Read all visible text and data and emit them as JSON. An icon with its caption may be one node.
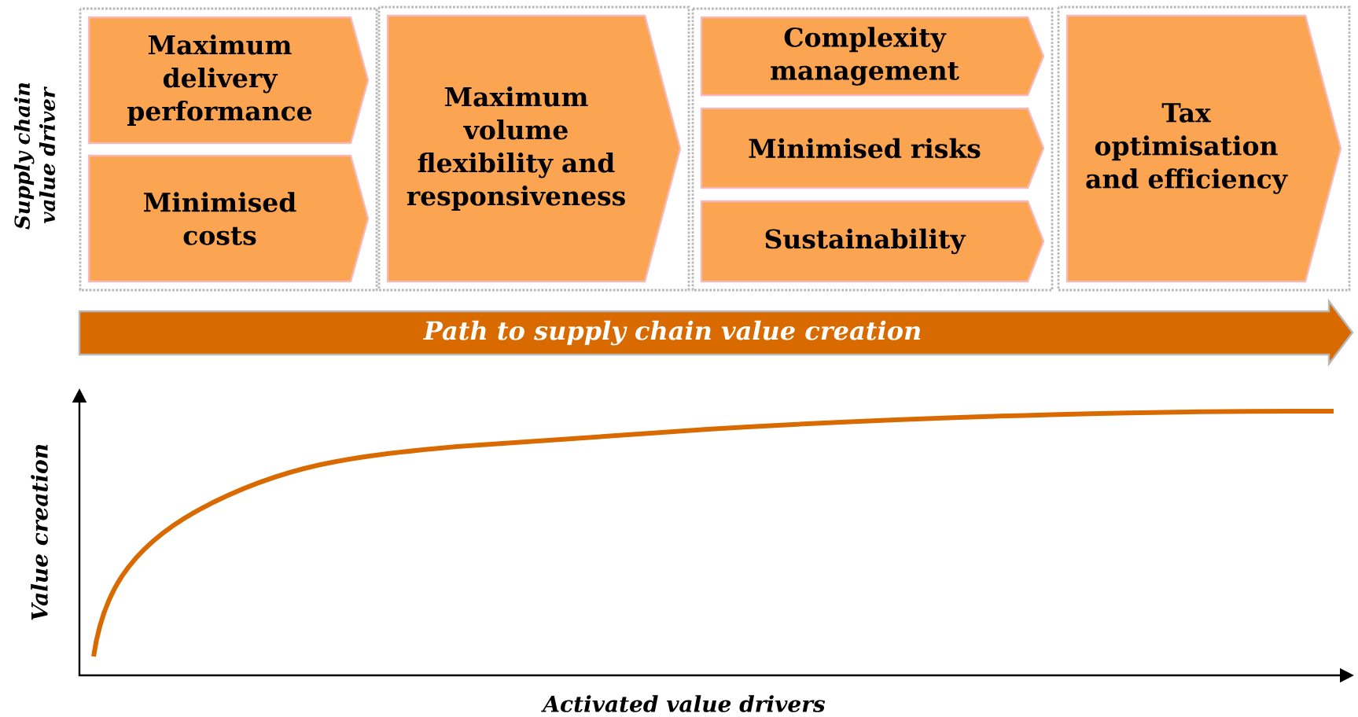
{
  "diagram": {
    "nodes": [
      {
        "text": [],
        "shape": "box"
      },
      {
        "text": [
          "Maximum delivery performance"
        ],
        "in": 0
      },
      {
        "text": [
          "Minimised costs"
        ],
        "in": 0
      },
      {
        "text": [],
        "shape": "box"
      },
      {
        "text": [
          "Maximum volume flexibility and responsiveness"
        ],
        "in": 3
      },
      {
        "text": [],
        "shape": "box"
      },
      {
        "text": [
          "Complexity management"
        ],
        "in": 5
      },
      {
        "text": [
          "Minimised risks"
        ],
        "in": 5
      },
      {
        "text": [
          "Sustainability"
        ],
        "in": 5
      },
      {
        "text": [],
        "shape": "box"
      },
      {
        "text": [
          "Tax optimisation and efficiency"
        ],
        "in": 9
      },
      {
        "text": [
          "Path to supply chain value creation"
        ]
      }
    ],
    "labels": [
      "Supply chain value driver",
      "Value creation",
      "Activated value drivers"
    ]
  }
}
